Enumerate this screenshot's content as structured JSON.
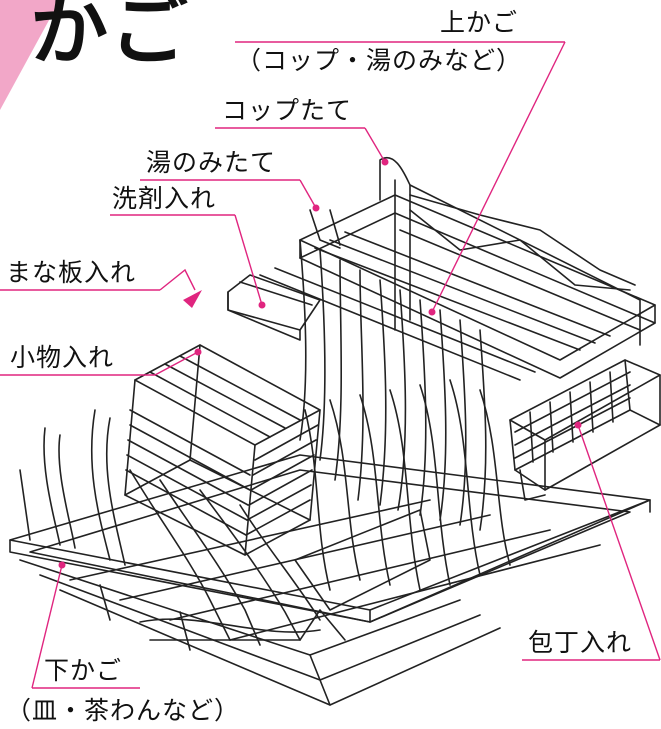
{
  "heading": "かご",
  "labels": {
    "upper_basket": "上かご",
    "upper_basket_sub": "（コップ・湯のみなど）",
    "cup_stand": "コップたて",
    "teacup_stand": "湯のみたて",
    "detergent": "洗剤入れ",
    "cutting_board": "まな板入れ",
    "small_items": "小物入れ",
    "knife_holder": "包丁入れ",
    "lower_basket": "下かご",
    "lower_basket_sub": "（皿・茶わんなど）"
  },
  "colors": {
    "accent": "#e0257f",
    "corner": "#f2a7c8",
    "line": "#222222"
  }
}
